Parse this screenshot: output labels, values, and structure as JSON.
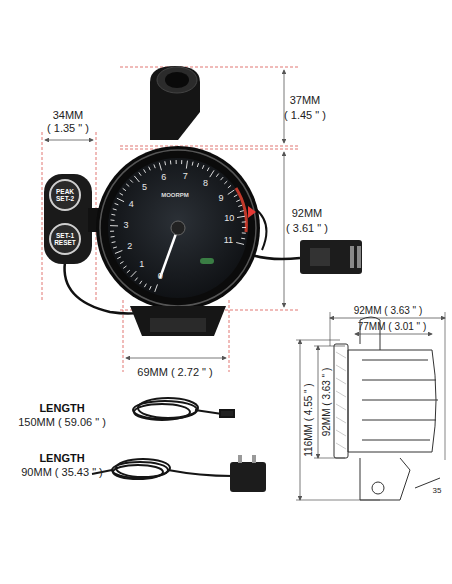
{
  "diagram": {
    "nodes": [
      {
        "text": [
          "PEAK SET-2"
        ]
      },
      {
        "text": [
          "SET-1 RESET"
        ]
      }
    ],
    "labels": [
      "34MM",
      "( 1.35 \" )",
      "37MM",
      "( 1.45 \" )",
      "92MM",
      "( 3.61 \" )",
      "69MM ( 2.72 \" )",
      "LENGTH",
      "150MM ( 59.06 \" )",
      "LENGTH",
      "90MM ( 35.43 \" )",
      "92MM ( 3.63 \" )",
      "77MM ( 3.01 \" )",
      "92MM ( 3.63 \" )",
      "116MM ( 4.55 \" )",
      "35",
      "MOORPM",
      "0",
      "1",
      "2",
      "3",
      "4",
      "5",
      "6",
      "7",
      "8",
      "9",
      "10",
      "11"
    ]
  }
}
